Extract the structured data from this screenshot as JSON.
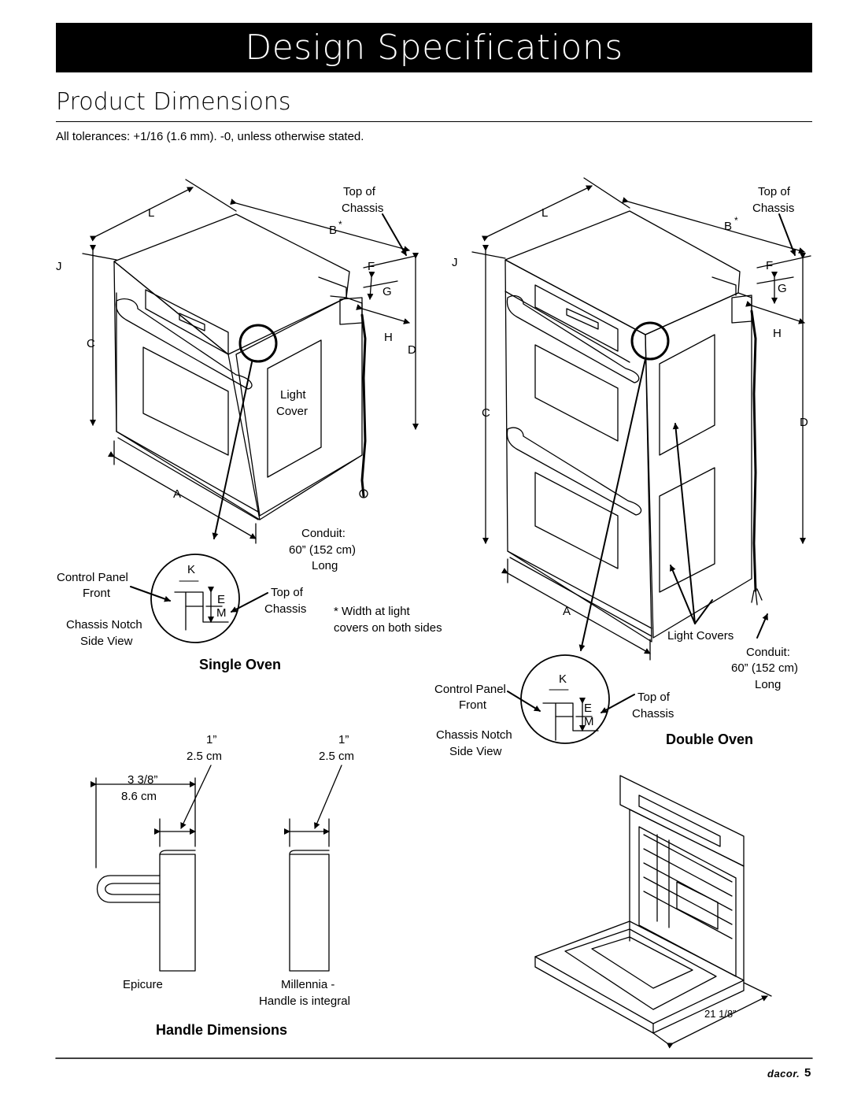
{
  "header": {
    "banner": "Design Specifications",
    "section": "Product Dimensions"
  },
  "tolerance_note": "All tolerances: +1/16 (1.6 mm). -0, unless otherwise stated.",
  "single_oven": {
    "title": "Single Oven",
    "dims": {
      "L": "L",
      "B": "B",
      "asterisk": "*",
      "J": "J",
      "F": "F",
      "G": "G",
      "H": "H",
      "C": "C",
      "D": "D",
      "A": "A"
    },
    "top_of_chassis": [
      "Top of",
      "Chassis"
    ],
    "light_cover": [
      "Light",
      "Cover"
    ],
    "conduit": [
      "Conduit:",
      "60” (152 cm)",
      "Long"
    ],
    "detail": {
      "K": "K",
      "E": "E",
      "M": "M",
      "panel_front": [
        "Control Panel",
        "Front"
      ],
      "notch": [
        "Chassis Notch",
        "Side View"
      ],
      "top": [
        "Top of",
        "Chassis"
      ]
    },
    "width_note": [
      "* Width at light",
      "covers on both sides"
    ]
  },
  "double_oven": {
    "title": "Double Oven",
    "dims": {
      "L": "L",
      "B": "B",
      "asterisk": "*",
      "J": "J",
      "F": "F",
      "G": "G",
      "H": "H",
      "C": "C",
      "D": "D",
      "A": "A"
    },
    "top_of_chassis": [
      "Top of",
      "Chassis"
    ],
    "light_covers": "Light Covers",
    "conduit": [
      "Conduit:",
      "60” (152 cm)",
      "Long"
    ],
    "detail": {
      "K": "K",
      "E": "E",
      "M": "M",
      "panel_front": [
        "Control Panel",
        "Front"
      ],
      "notch": [
        "Chassis Notch",
        "Side View"
      ],
      "top": [
        "Top of",
        "Chassis"
      ]
    }
  },
  "handles": {
    "title": "Handle Dimensions",
    "epicure": {
      "name": "Epicure",
      "width": [
        "1”",
        "2.5 cm"
      ],
      "depth": [
        "3 3/8”",
        "8.6 cm"
      ]
    },
    "millennia": {
      "name": [
        "Millennia -",
        "Handle is integral"
      ],
      "width": [
        "1”",
        "2.5 cm"
      ]
    }
  },
  "open_oven": {
    "dim": "21 1/8”"
  },
  "footer": {
    "brand": "dacor.",
    "page": "5"
  }
}
